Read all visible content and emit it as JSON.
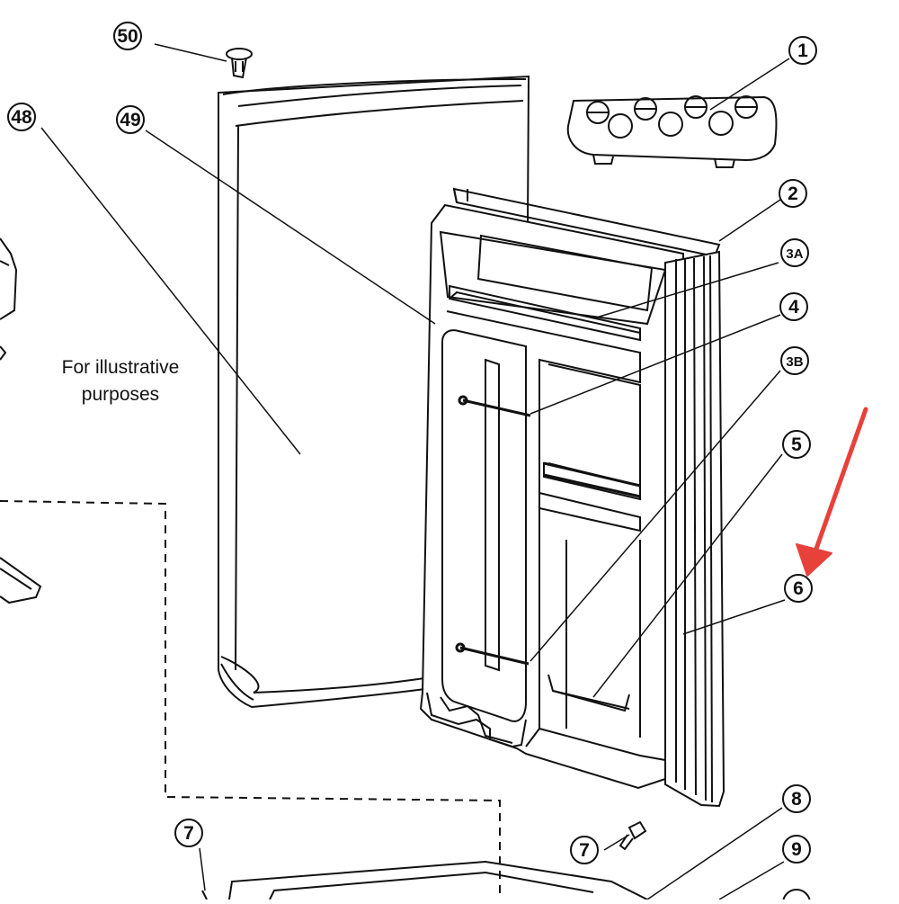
{
  "note": {
    "line1": "For illustrative",
    "line2": "purposes"
  },
  "callouts": {
    "c50": "50",
    "c48": "48",
    "c49": "49",
    "c1": "1",
    "c2": "2",
    "c3a": "3A",
    "c4": "4",
    "c3b": "3B",
    "c5": "5",
    "c6": "6",
    "c7a": "7",
    "c7b": "7",
    "c8": "8",
    "c9": "9"
  },
  "colors": {
    "line": "#111111",
    "arrow": "#e8413a",
    "background": "#ffffff"
  },
  "icons": {
    "indicator": "red-arrow-icon"
  }
}
